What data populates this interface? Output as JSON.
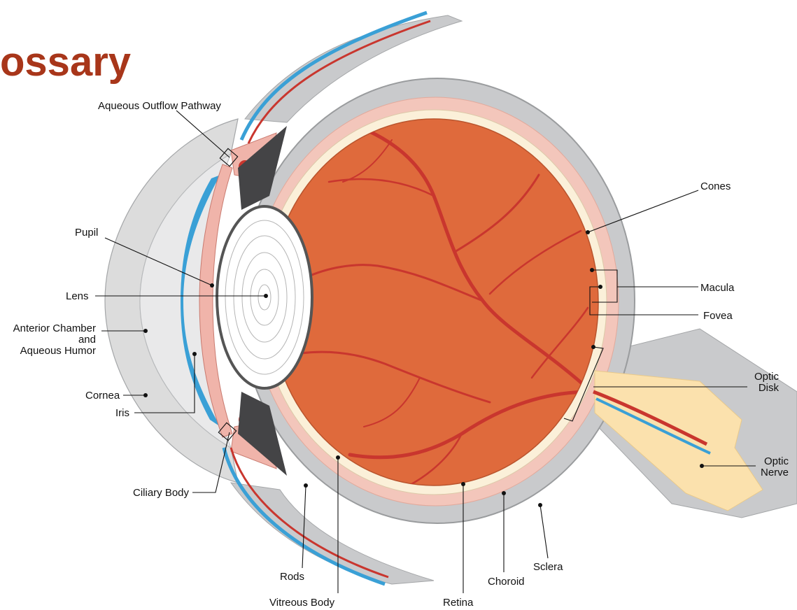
{
  "title": "ossary",
  "labels": {
    "aqueous_outflow": "Aqueous Outflow Pathway",
    "pupil": "Pupil",
    "lens": "Lens",
    "anterior_line1": "Anterior Chamber",
    "anterior_line2": "and",
    "anterior_line3": "Aqueous Humor",
    "cornea": "Cornea",
    "iris": "Iris",
    "ciliary_body": "Ciliary Body",
    "rods": "Rods",
    "vitreous_body": "Vitreous Body",
    "retina": "Retina",
    "choroid": "Choroid",
    "sclera": "Sclera",
    "cones": "Cones",
    "macula": "Macula",
    "fovea": "Fovea",
    "optic_disk_line1": "Optic",
    "optic_disk_line2": "Disk",
    "optic_nerve_line1": "Optic",
    "optic_nerve_line2": "Nerve"
  },
  "colors": {
    "title": "#a8361a",
    "vitreous": "#df6a3c",
    "vessel": "#c9362e",
    "sclera": "#c9cacc",
    "choroid": "#f3c6bb",
    "retina_band": "#fbf0d9",
    "cornea": "#dcdcdc",
    "iris_blue": "#3aa0d6",
    "nerve": "#fbe1ad"
  }
}
